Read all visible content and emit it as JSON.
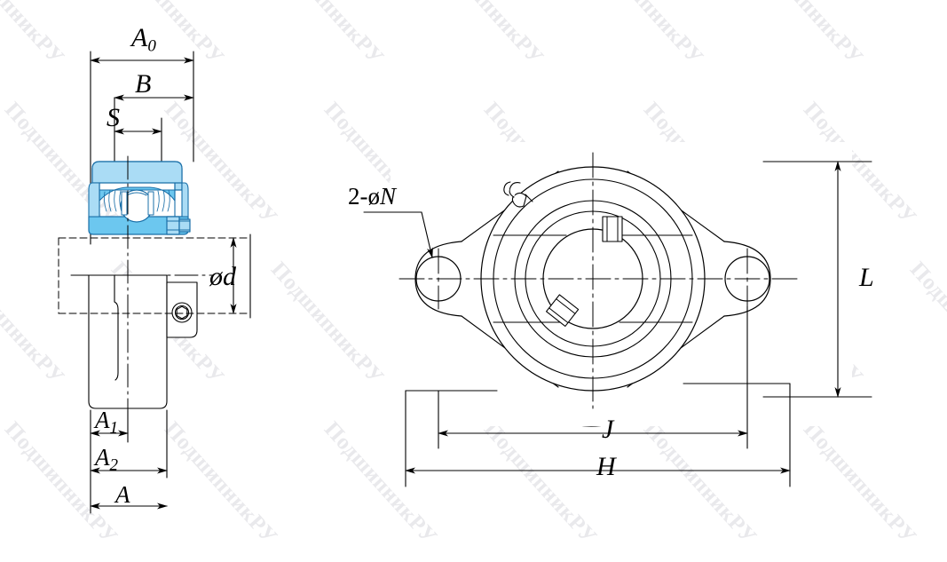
{
  "drawing": {
    "title": "2-bolt flange bearing unit dimensional drawing",
    "views": {
      "side": "side cross-section view",
      "front": "front elevation view"
    }
  },
  "watermark": {
    "text": "ПодшипникРУ",
    "color": "#e9e9ec",
    "angle_deg": 48
  },
  "labels": {
    "a0": "A",
    "a0_sub": "0",
    "b": "B",
    "s": "S",
    "od": "ød",
    "a1": "A",
    "a1_sub": "1",
    "a2": "A",
    "a2_sub": "2",
    "a": "A",
    "n_holes_prefix": "2-ø",
    "n_holes_letter": "N",
    "l": "L",
    "j": "J",
    "h": "H"
  },
  "colors": {
    "outline": "#000000",
    "bearing_fill": "#aadcf5",
    "bearing_fill_light": "#cfeafa",
    "bearing_stroke": "#1a6fa8",
    "centerline": "#000000",
    "watermark": "#e9e9ec"
  },
  "components": {
    "bearing_insert": "ball bearing insert",
    "outer_ring": "outer ring",
    "inner_ring": "inner ring",
    "ball": "rolling ball",
    "seal": "seal",
    "set_screw": "set screw",
    "grease_fitting": "grease nipple",
    "flange_housing": "two-bolt flange housing",
    "bolt_hole_left": "mounting bolt hole left",
    "bolt_hole_right": "mounting bolt hole right",
    "shaft": "shaft"
  }
}
